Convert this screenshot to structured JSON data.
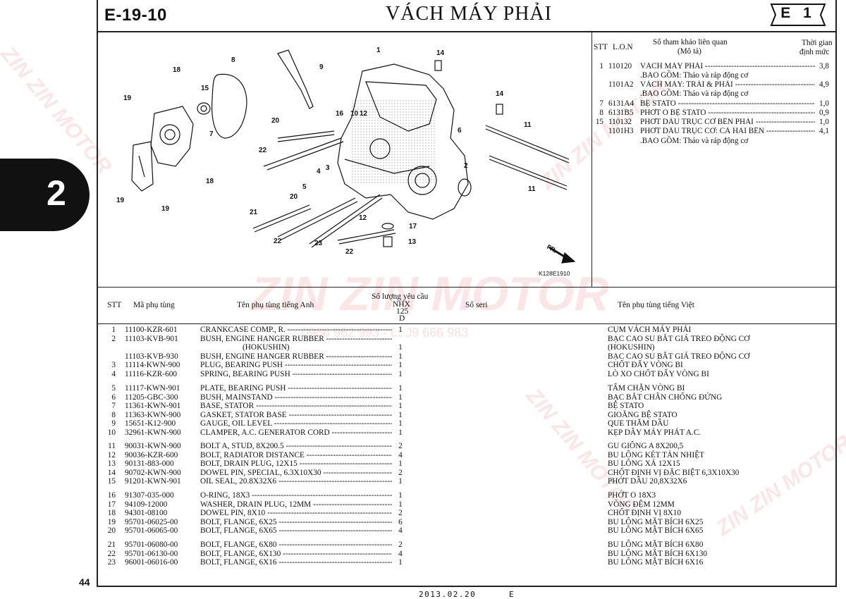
{
  "header": {
    "code": "E-19-10",
    "title": "VÁCH MÁY PHẢI",
    "badge": "E 1"
  },
  "side_tab": {
    "label": "2"
  },
  "page_number": "44",
  "footer": {
    "date": "2013.02.20",
    "mark": "E"
  },
  "watermark": {
    "brand": "ZIN ZIN MOTOR",
    "phones": "0966 962 993 - 0909 666 983"
  },
  "diagram": {
    "fig_code": "K128E1910",
    "fr_label": "FR.",
    "callouts": [
      "1",
      "2",
      "3",
      "4",
      "5",
      "6",
      "7",
      "8",
      "9",
      "10",
      "11",
      "11",
      "12",
      "12",
      "13",
      "14",
      "14",
      "15",
      "16",
      "17",
      "18",
      "18",
      "19",
      "19",
      "19",
      "20",
      "20",
      "21",
      "22",
      "22",
      "22",
      "23"
    ]
  },
  "ref_table": {
    "headers": {
      "stt": "STT",
      "lon": "L.O.N",
      "desc": "Số tham khảo liên quan",
      "desc2": "(Mô tả)",
      "time": "Thời gian",
      "time2": "định mức"
    },
    "rows": [
      {
        "stt": "1",
        "code": "110120",
        "desc": "VÁCH MÁY PHẢI",
        "time": "3,8"
      },
      {
        "stt": "",
        "code": "",
        "note": ".BAO GỒM: Tháo và ráp động cơ"
      },
      {
        "stt": "",
        "code": "1101A2",
        "desc": "VÁCH MÁY: TRÁI & PHẢI",
        "time": "4,9"
      },
      {
        "stt": "",
        "code": "",
        "note": ".BAO GỒM: Tháo và ráp động cơ"
      },
      {
        "stt": "7",
        "code": "6131A4",
        "desc": "BỆ STATO",
        "time": "1,0"
      },
      {
        "stt": "8",
        "code": "6131B5",
        "desc": "PHỚT O BỆ STATO",
        "time": "0,9"
      },
      {
        "stt": "15",
        "code": "110132",
        "desc": "PHỚT DẦU TRỤC CƠ BÊN PHẢI",
        "time": "1,0"
      },
      {
        "stt": "",
        "code": "1101H3",
        "desc": "PHỚT DẦU TRỤC CƠ: CẢ HAI BÊN",
        "time": "4,1"
      },
      {
        "stt": "",
        "code": "",
        "note": ".BAO GỒM: Tháo và ráp động cơ"
      }
    ]
  },
  "parts_table": {
    "headers": {
      "stt": "STT",
      "code": "Mã phụ tùng",
      "name_en": "Tên phụ tùng tiếng Anh",
      "qty": "Số lượng yêu cầu",
      "model": "NHX",
      "model2": "125",
      "model3": "D",
      "serial": "Số seri",
      "name_vi": "Tên phụ tùng tiếng Việt"
    },
    "rows": [
      {
        "stt": "1",
        "code": "11100-KZR-601",
        "en": "CRANKCASE COMP., R.",
        "qty": "1",
        "vi": "CỤM VÁCH MÁY PHẢI"
      },
      {
        "stt": "2",
        "code": "11103-KVB-901",
        "en": "BUSH, ENGINE HANGER RUBBER",
        "qty": "",
        "vi": "BẠC CAO SU BẮT GIÁ TREO ĐỘNG CƠ"
      },
      {
        "stt": "",
        "code": "",
        "en": "(HOKUSHIN)",
        "qty": "1",
        "vi": "(HOKUSHIN)"
      },
      {
        "stt": "",
        "code": "11103-KVB-930",
        "en": "BUSH, ENGINE HANGER RUBBER",
        "qty": "1",
        "vi": "BẠC CAO SU BẮT GIÁ TREO ĐỘNG CƠ"
      },
      {
        "stt": "3",
        "code": "11114-KWN-900",
        "en": "PLUG, BEARING PUSH",
        "qty": "1",
        "vi": "CHỐT ĐẨY VÒNG BI"
      },
      {
        "stt": "4",
        "code": "11116-KZR-600",
        "en": "SPRING, BEARING PUSH",
        "qty": "1",
        "vi": "LÒ XO CHỐT ĐẨY VÒNG BI"
      },
      {
        "stt": "5",
        "code": "11117-KWN-901",
        "en": "PLATE, BEARING PUSH",
        "qty": "1",
        "vi": "TẤM CHẶN VÒNG BI"
      },
      {
        "stt": "6",
        "code": "11205-GBC-300",
        "en": "BUSH, MAINSTAND",
        "qty": "1",
        "vi": "BẠC BẮT CHÂN CHỐNG ĐỨNG"
      },
      {
        "stt": "7",
        "code": "11361-KWN-901",
        "en": "BASE, STATOR",
        "qty": "1",
        "vi": "BỆ STATO"
      },
      {
        "stt": "8",
        "code": "11363-KWN-900",
        "en": "GASKET, STATOR BASE",
        "qty": "1",
        "vi": "GIOĂNG BỆ STATO"
      },
      {
        "stt": "9",
        "code": "15651-K12-900",
        "en": "GAUGE, OIL LEVEL",
        "qty": "1",
        "vi": "QUE THĂM DẦU"
      },
      {
        "stt": "10",
        "code": "32961-KWN-900",
        "en": "CLAMPER, A.C. GENERATOR CORD",
        "qty": "1",
        "vi": "KẸP DÂY MÁY PHÁT A.C."
      },
      {
        "stt": "11",
        "code": "90031-KWN-900",
        "en": "BOLT A, STUD, 8X200.5",
        "qty": "2",
        "vi": "GU GIÔNG A 8X200,5"
      },
      {
        "stt": "12",
        "code": "90036-KZR-600",
        "en": "BOLT, RADIATOR DISTANCE",
        "qty": "4",
        "vi": "BU LÔNG KÉT TẢN NHIỆT"
      },
      {
        "stt": "13",
        "code": "90131-883-000",
        "en": "BOLT, DRAIN PLUG, 12X15",
        "qty": "1",
        "vi": "BU LÔNG XẢ 12X15"
      },
      {
        "stt": "14",
        "code": "90702-KWN-900",
        "en": "DOWEL PIN, SPECIAL, 6.3X10X30",
        "qty": "2",
        "vi": "CHỐT ĐỊNH VỊ ĐẶC BIỆT 6,3X10X30"
      },
      {
        "stt": "15",
        "code": "91201-KWN-901",
        "en": "OIL SEAL, 20.8X32X6",
        "qty": "1",
        "vi": "PHỚT DẦU 20,8X32X6"
      },
      {
        "stt": "16",
        "code": "91307-035-000",
        "en": "O-RING, 18X3",
        "qty": "1",
        "vi": "PHỚT O 18X3"
      },
      {
        "stt": "17",
        "code": "94109-12000",
        "en": "WASHER, DRAIN PLUG, 12MM",
        "qty": "1",
        "vi": "VÒNG ĐỆM 12MM"
      },
      {
        "stt": "18",
        "code": "94301-08100",
        "en": "DOWEL PIN, 8X10",
        "qty": "2",
        "vi": "CHỐT ĐỊNH VỊ 8X10"
      },
      {
        "stt": "19",
        "code": "95701-06025-00",
        "en": "BOLT, FLANGE, 6X25",
        "qty": "6",
        "vi": "BU LÔNG MẶT BÍCH 6X25"
      },
      {
        "stt": "20",
        "code": "95701-06065-00",
        "en": "BOLT, FLANGE, 6X65",
        "qty": "4",
        "vi": "BU LÔNG MẶT BÍCH 6X65"
      },
      {
        "stt": "21",
        "code": "95701-06080-00",
        "en": "BOLT, FLANGE, 6X80",
        "qty": "2",
        "vi": "BU LÔNG MẶT BÍCH 6X80"
      },
      {
        "stt": "22",
        "code": "95701-06130-00",
        "en": "BOLT, FLANGE, 6X130",
        "qty": "4",
        "vi": "BU LÔNG MẶT BÍCH 6X130"
      },
      {
        "stt": "23",
        "code": "96001-06016-00",
        "en": "BOLT, FLANGE, 6X16",
        "qty": "1",
        "vi": "BU LÔNG MẶT BÍCH 6X16"
      }
    ]
  }
}
